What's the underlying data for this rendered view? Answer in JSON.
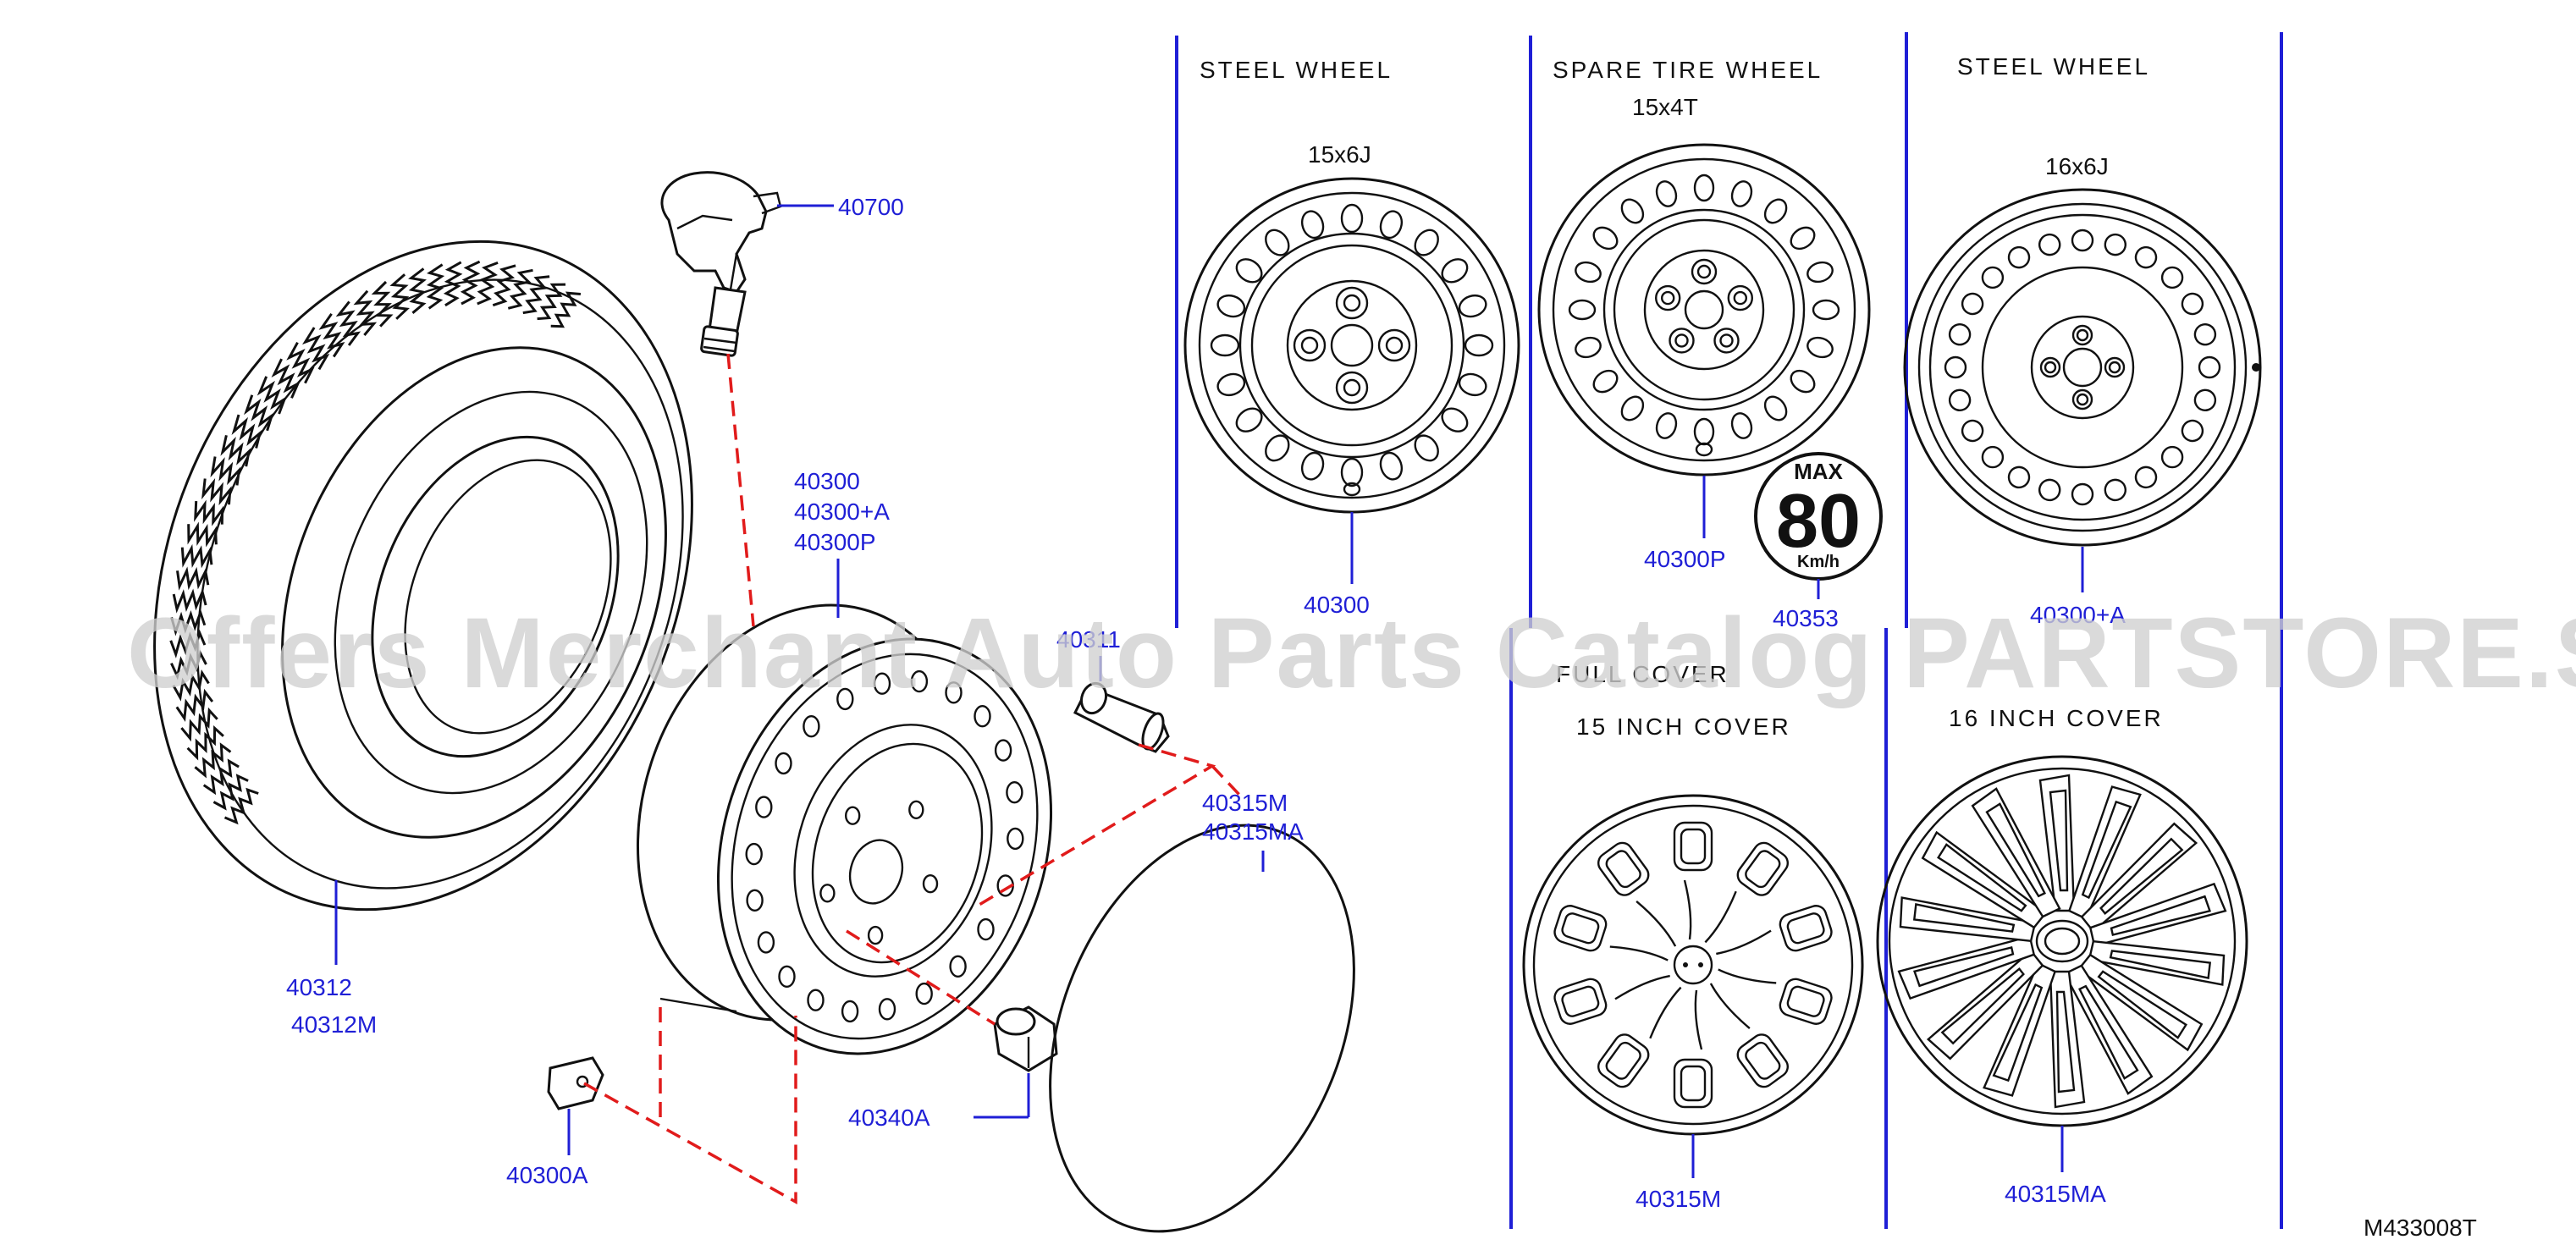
{
  "sections": {
    "steel_wheel_15": {
      "title": "STEEL   WHEEL",
      "size": "15x6J",
      "part": "40300"
    },
    "spare_tire_wheel": {
      "title": "SPARE   TIRE   WHEEL",
      "size": "15x4T",
      "part": "40300P",
      "label_part": "40353"
    },
    "steel_wheel_16": {
      "title": "STEEL   WHEEL",
      "size": "16x6J",
      "part": "40300+A"
    },
    "full_cover": {
      "title": "FULL COVER"
    },
    "cover_15": {
      "title": "15   INCH   COVER",
      "part": "40315M"
    },
    "cover_16": {
      "title": "16   INCH   COVER",
      "part": "40315MA"
    }
  },
  "speed_label": {
    "top": "MAX",
    "value": "80",
    "unit": "Km/h"
  },
  "callouts": {
    "sensor": "40700",
    "wheel": [
      "40300",
      "40300+A",
      "40300P"
    ],
    "valve": "40311",
    "cover": [
      "40315M",
      "40315MA"
    ],
    "tire": [
      "40312",
      "40312M"
    ],
    "weight": "40300A",
    "nut": "40340A"
  },
  "drawing_id": "M433008T",
  "watermark": "Offers Merchant Auto Parts Catalog PARTSTORE.SA",
  "colors": {
    "callout": "#1f1fd6",
    "dashed_leader": "#e11b1b",
    "line": "#111111",
    "watermark": "#cfcfcf"
  }
}
